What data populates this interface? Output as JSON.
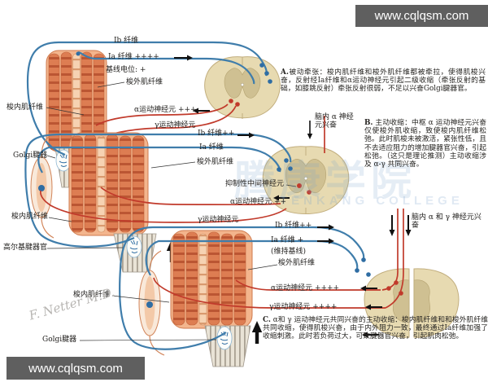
{
  "watermarks": {
    "site": "www.cqlqsm.com",
    "brand_cn": "腾康学院",
    "brand_en": "TENKANG COLLEGE"
  },
  "signature": "F. Netter M.D.",
  "colors": {
    "afferent_blue": "#3f7dab",
    "efferent_red": "#c13a2b",
    "muscle_fiber": "#dd7d52",
    "muscle_capsule": "#f3b58d",
    "intrafusal_light": "#f6d2b2",
    "tendon_gray": "#e9e3d6",
    "cord_tan": "#e7dab1",
    "cord_gray_matter": "#cfc092",
    "watermark_bar": "#5f5f5f"
  },
  "panelA": {
    "heading": "A.",
    "body": "被动牵张：梭内肌纤维和梭外肌纤维都被牵拉，使得肌梭兴奋，反射经Ia纤维和α运动神经元引起二级收缩（牵张反射的基础，如膝跳反射）牵张反射很弱，不足以兴奋Golgi腱器官。",
    "ib": "Ib 纤维",
    "ia": "Ia 纤维 ++++",
    "baseline": "基线电位: +",
    "extrafusal": "梭外肌纤维",
    "intrafusal": "梭内肌纤维",
    "golgi": "Golgi腱器",
    "alpha": "α运动神经元 +++",
    "gamma": "γ运动神经元"
  },
  "panelB": {
    "heading": "B.",
    "body": " 主动收缩：中枢 α 运动神经元兴奋仅使梭外肌收缩，致使梭内肌纤维松弛。此时肌梭未被激活，紧张性低，且不去适应阻力的增加腱器官兴奋，引起松弛。（这只是理论推测）主动收缩涉及 α-γ 共同兴奋。",
    "ib": "Ib 纤维++",
    "ia": "Ia 纤维",
    "extrafusal": "梭外肌纤维",
    "inhibitory": "抑制性中间神经元",
    "alpha": "α运动神经元 ++",
    "gamma": "γ运动神经元",
    "intrafusal": "梭内肌纤维",
    "golgi": "高尔基腱器官",
    "brain": "脑内 α 神经元兴奋"
  },
  "panelC": {
    "heading": "C.",
    "body": " α和 γ 运动神经元共同兴奋的主动收缩：梭内肌纤维和和梭外肌纤维共同收缩，使得肌梭兴奋，由于内外阻力一致，最终通过Ia纤维加强了收缩刺激。此时若负荷过大，可致腱器官兴奋，引起肌肉松弛。",
    "ib": "Ib 纤维++",
    "ia": "Ia 纤维 +",
    "baseline": "(维持基线)",
    "extrafusal": "梭外肌纤维",
    "intrafusal": "梭内肌纤维",
    "golgi": "Golgi腱器",
    "alpha": "α运动神经元 ++++",
    "gamma": "γ运动神经元 ++++",
    "brain": "脑内 α 和 γ 神经元兴奋"
  }
}
